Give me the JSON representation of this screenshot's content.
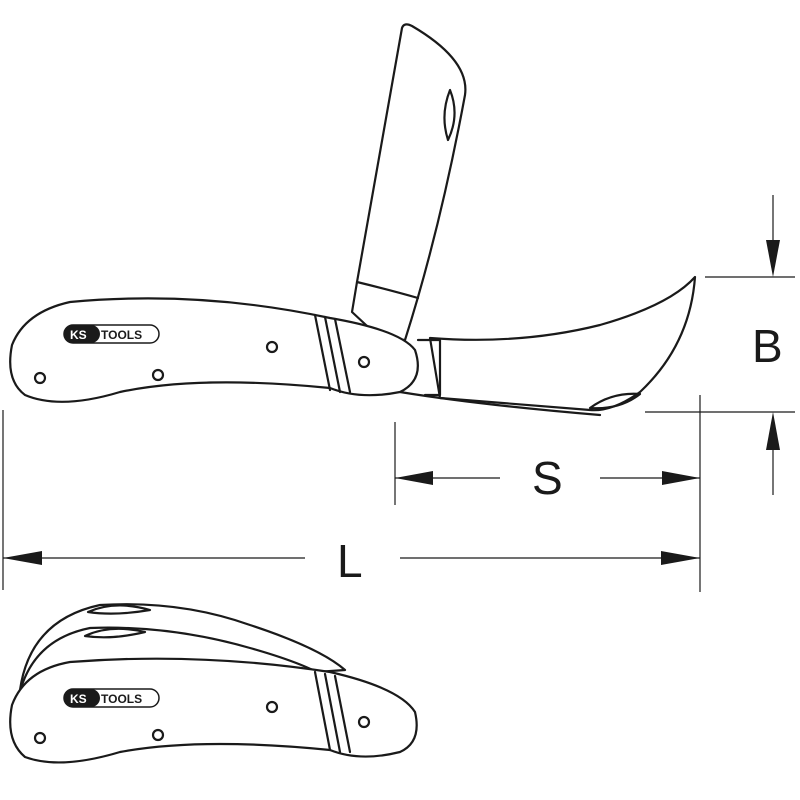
{
  "brand": {
    "logo_text_ks": "KS",
    "logo_text_tools": "TOOLS"
  },
  "dimensions": {
    "b_label": "B",
    "s_label": "S",
    "l_label": "L"
  },
  "colors": {
    "line": "#1a1a1a",
    "background": "#ffffff"
  }
}
